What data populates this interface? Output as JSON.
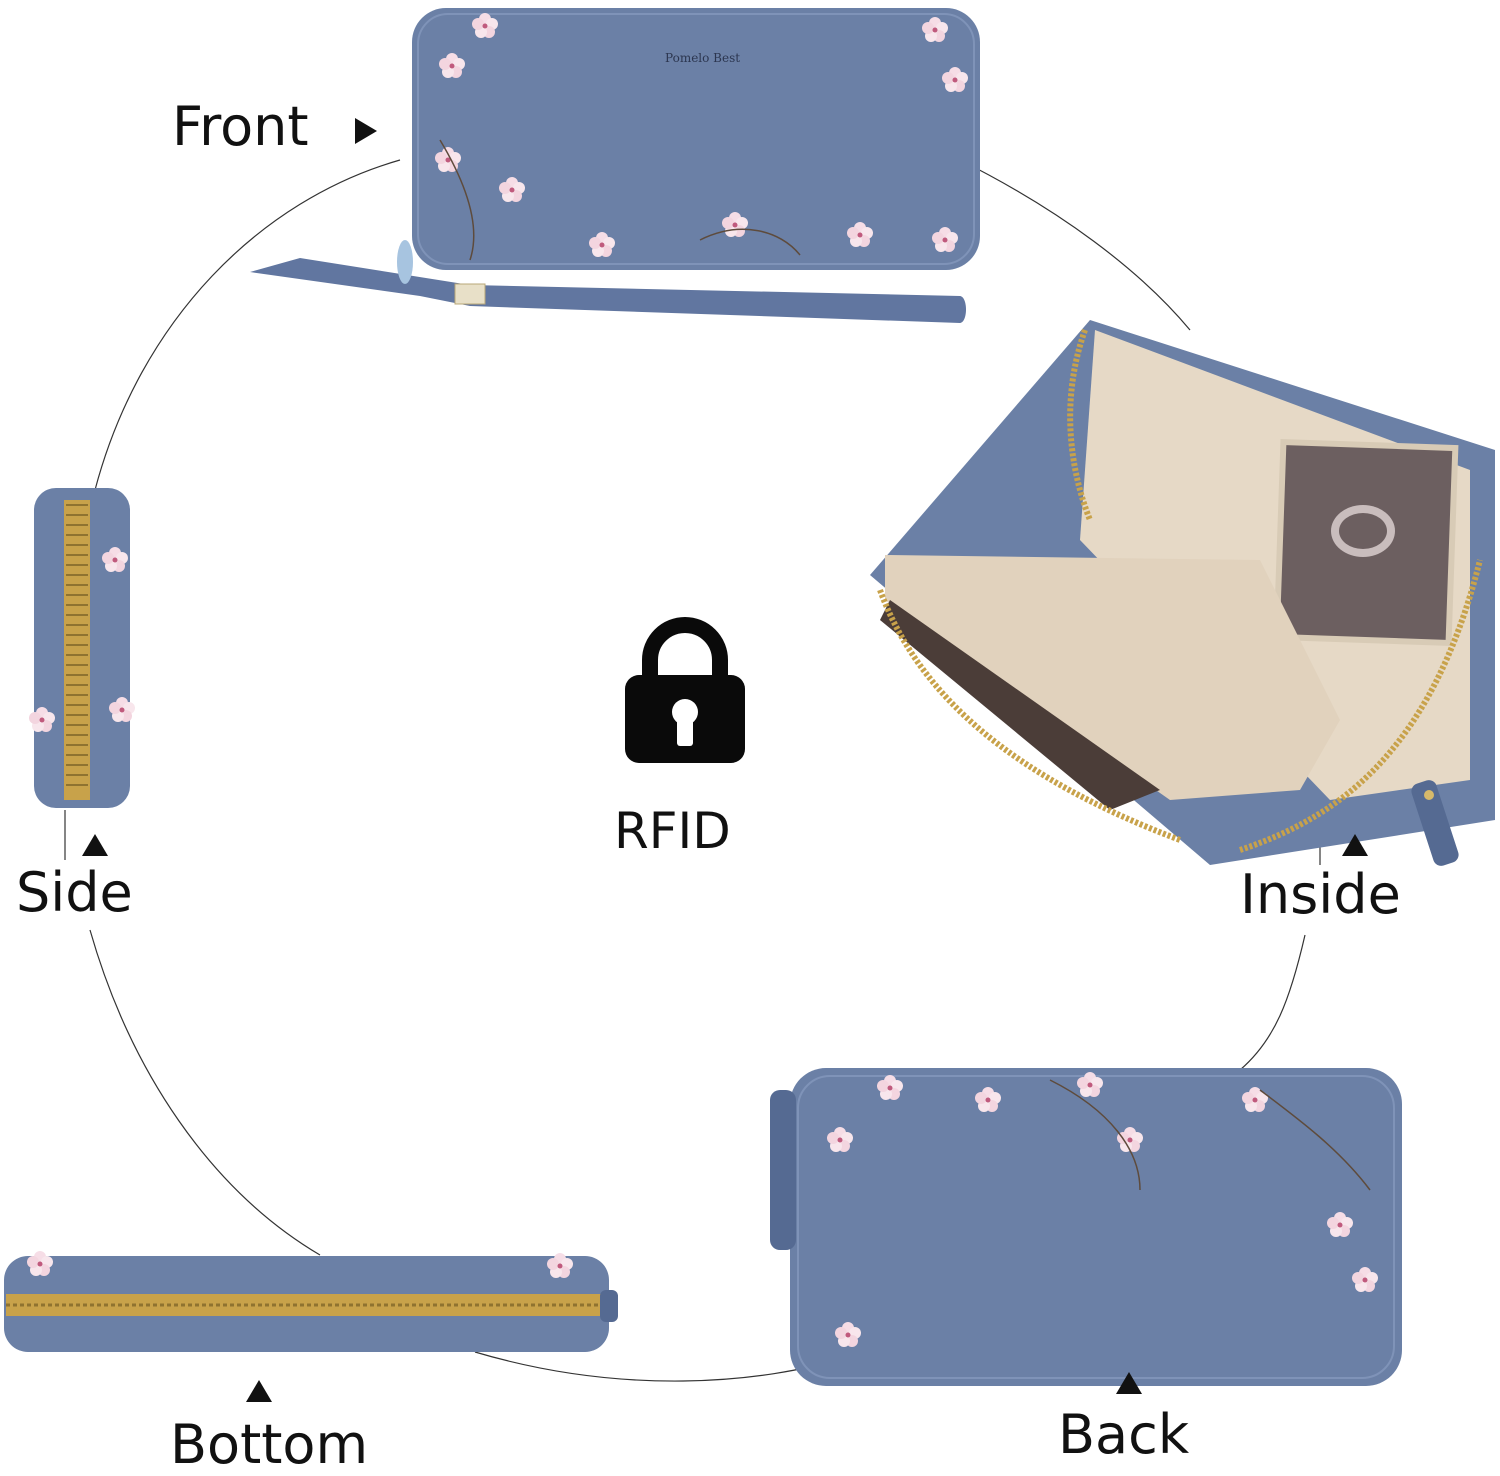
{
  "labels": {
    "front": "Front",
    "side": "Side",
    "inside": "Inside",
    "bottom": "Bottom",
    "back": "Back",
    "center": "RFID"
  },
  "brand_text": "Pomelo Best",
  "colors": {
    "wallet_blue": "#6b80a6",
    "wallet_blue_dark": "#556a92",
    "lining_beige": "#e6d9c6",
    "zipper_gold": "#c8a24a",
    "blossom_pink": "#f4dbe4",
    "lock_black": "#0a0a0a"
  },
  "icons": [
    "lock-icon",
    "arrow-right-icon",
    "arrow-up-icon"
  ]
}
